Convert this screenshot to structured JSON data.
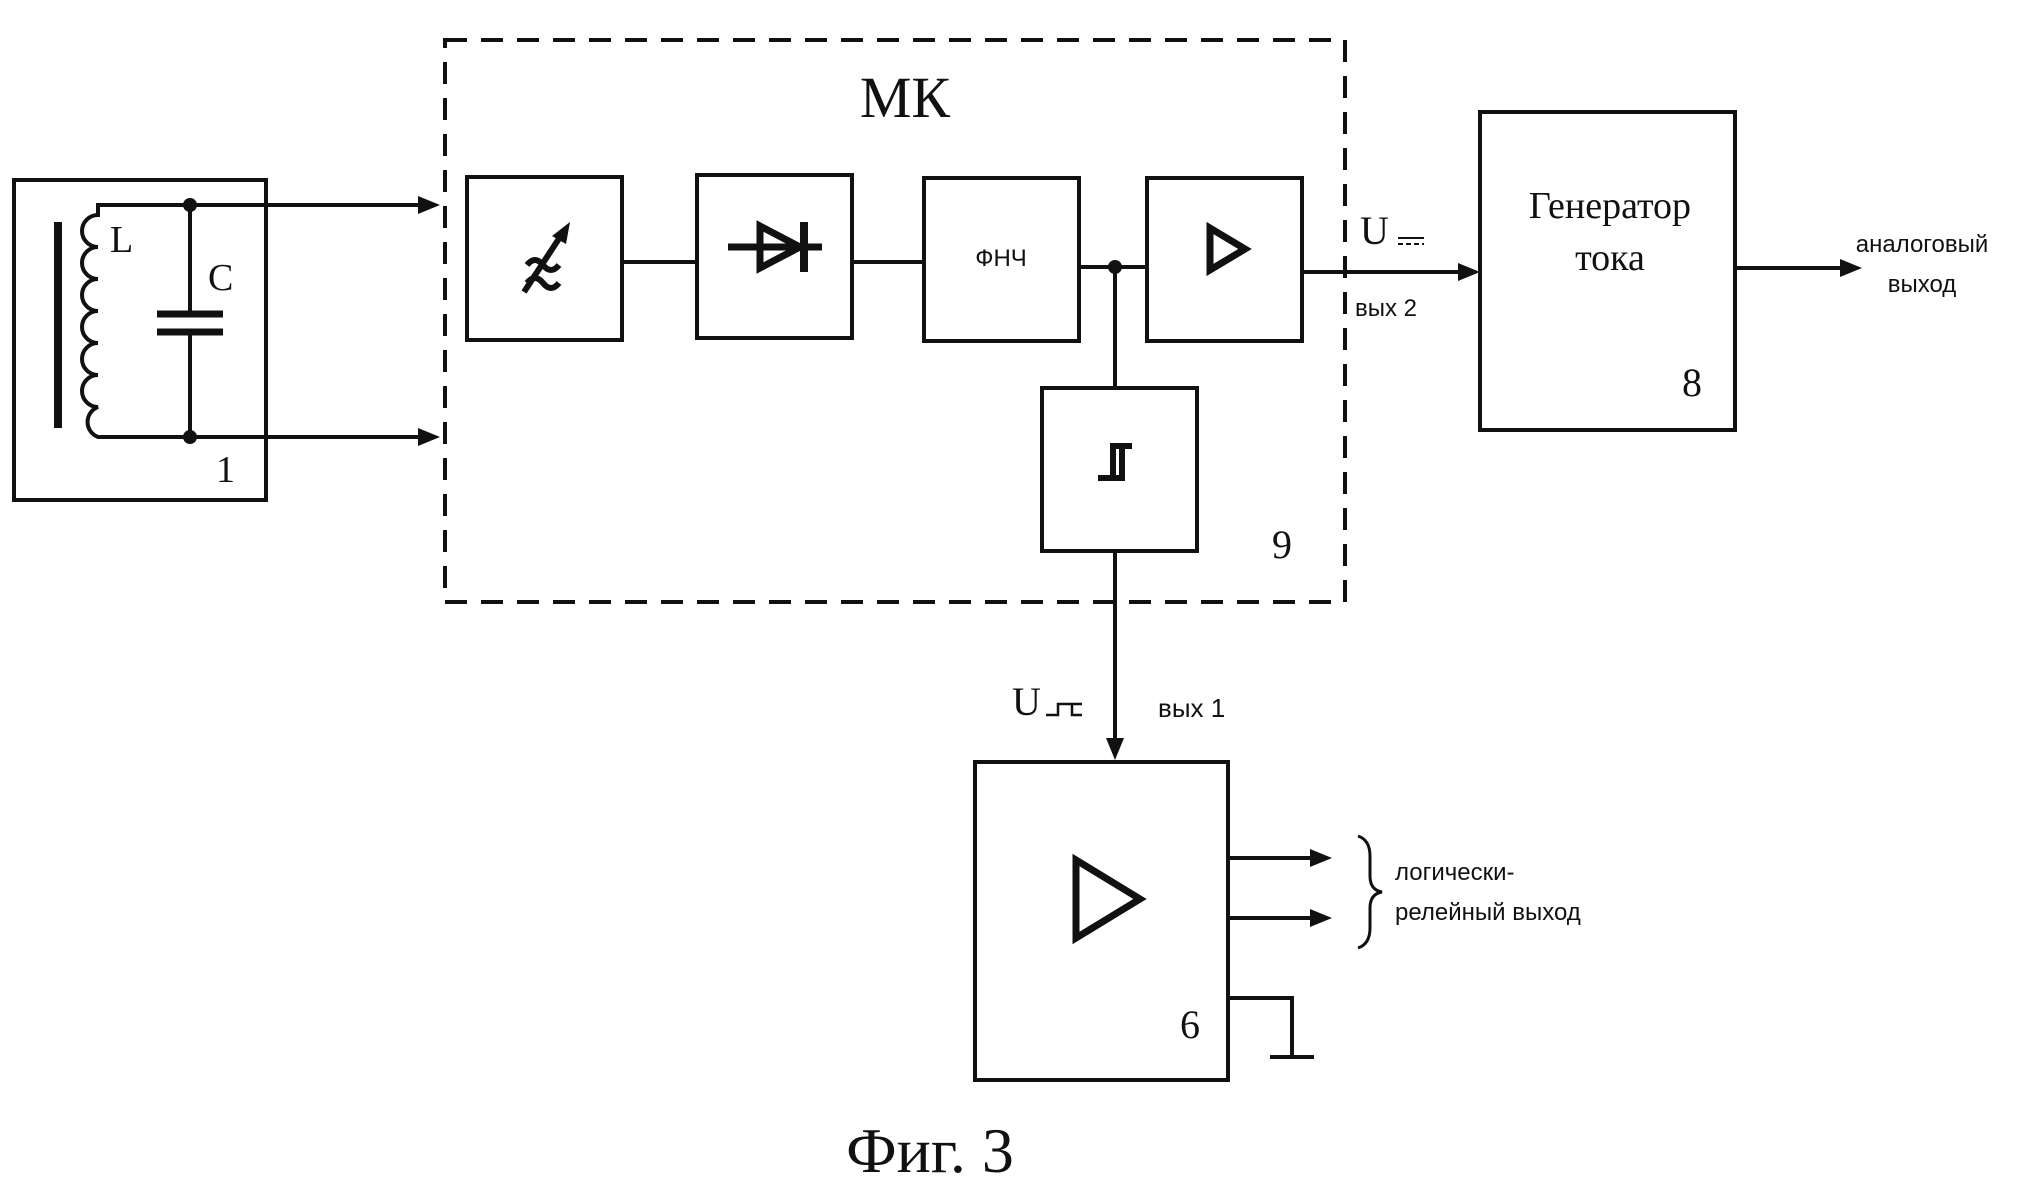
{
  "figure": {
    "caption": "Фиг. 3",
    "mk_label": "МК",
    "block_9_number": "9"
  },
  "lc_circuit": {
    "inductor_label": "L",
    "capacitor_label": "C",
    "number": "1"
  },
  "chain": {
    "lpf_label": "ФНЧ"
  },
  "current_generator": {
    "title_line1": "Генератор",
    "title_line2": "тока",
    "number": "8"
  },
  "outputs": {
    "out2_symbol": "U",
    "out2_label": "вых 2",
    "out1_symbol": "U",
    "out1_label": "вых 1",
    "analog_line1": "аналоговый",
    "analog_line2": "выход",
    "relay_line1": "логически-",
    "relay_line2": "релейный выход"
  },
  "relay_block": {
    "number": "6"
  }
}
